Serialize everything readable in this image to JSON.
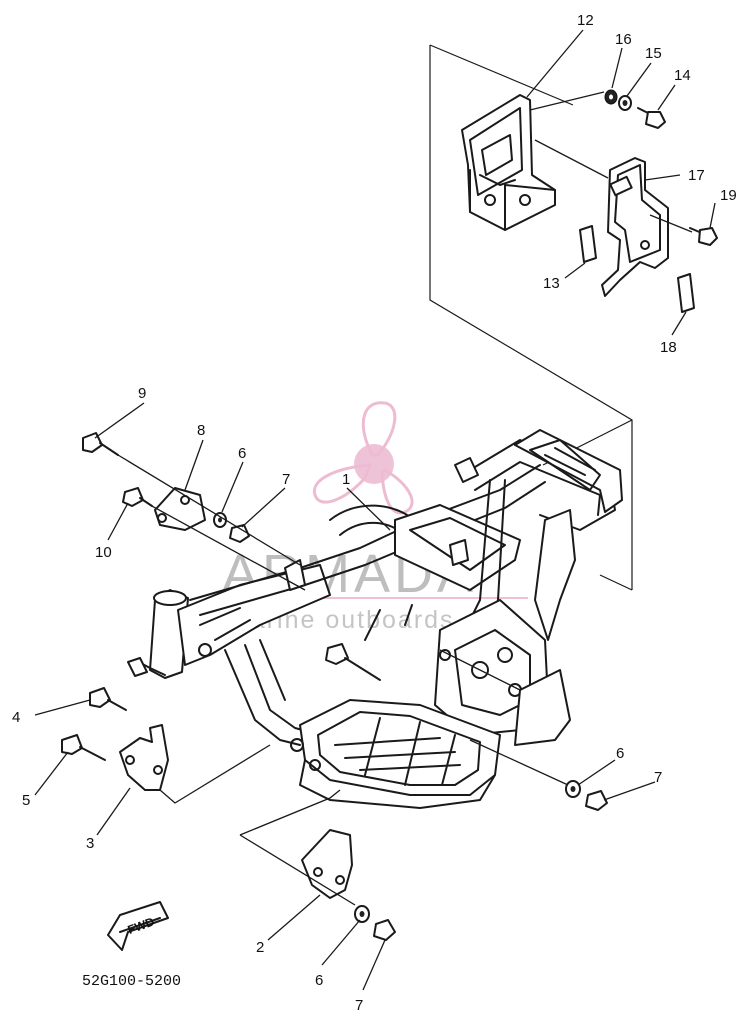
{
  "diagram": {
    "part_code": "52G100-5200",
    "fwd_label": "FWD",
    "watermark": {
      "brand": "ARMADA",
      "tagline": "marine outboards",
      "brand_color": "#e8a6c4"
    },
    "callouts": [
      {
        "id": "c1",
        "label": "1"
      },
      {
        "id": "c2",
        "label": "2"
      },
      {
        "id": "c3",
        "label": "3"
      },
      {
        "id": "c4",
        "label": "4"
      },
      {
        "id": "c5",
        "label": "5"
      },
      {
        "id": "c6a",
        "label": "6"
      },
      {
        "id": "c6b",
        "label": "6"
      },
      {
        "id": "c6c",
        "label": "6"
      },
      {
        "id": "c7a",
        "label": "7"
      },
      {
        "id": "c7b",
        "label": "7"
      },
      {
        "id": "c7c",
        "label": "7"
      },
      {
        "id": "c8",
        "label": "8"
      },
      {
        "id": "c9",
        "label": "9"
      },
      {
        "id": "c10",
        "label": "10"
      },
      {
        "id": "c12",
        "label": "12"
      },
      {
        "id": "c13",
        "label": "13"
      },
      {
        "id": "c14",
        "label": "14"
      },
      {
        "id": "c15",
        "label": "15"
      },
      {
        "id": "c16",
        "label": "16"
      },
      {
        "id": "c17",
        "label": "17"
      },
      {
        "id": "c18",
        "label": "18"
      },
      {
        "id": "c19",
        "label": "19"
      }
    ]
  }
}
